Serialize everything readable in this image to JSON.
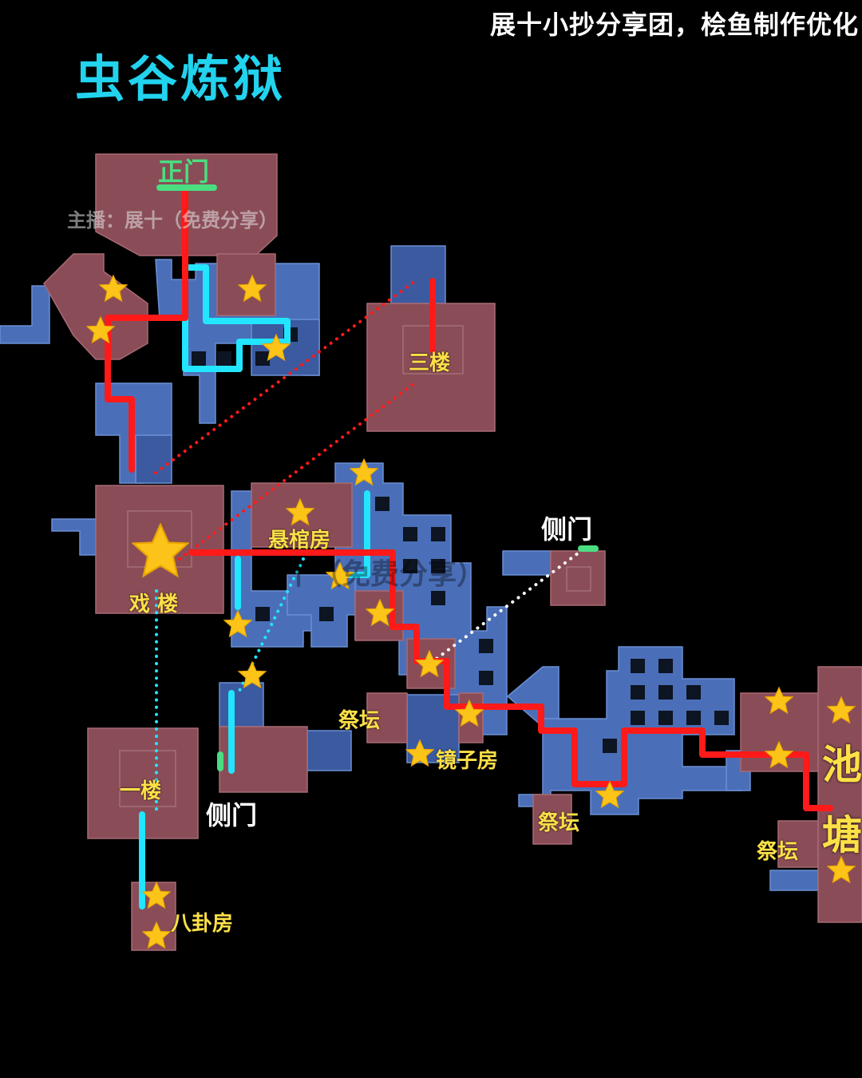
{
  "header": {
    "title": "虫谷炼狱",
    "credit": "展十小抄分享团，桧鱼制作优化",
    "streamer_watermark": "主播：展十（免费分享）",
    "center_watermark": "展十（免费分享）"
  },
  "rooms": {
    "main_gate": "正门",
    "third_floor": "三楼",
    "opera_tower": "戏  楼",
    "coffin_room": "悬棺房",
    "side_gate_east": "侧门",
    "side_gate_west": "侧门",
    "altar_1": "祭坛",
    "mirror_room": "镜子房",
    "first_floor": "一楼",
    "bagua_room": "八卦房",
    "altar_2": "祭坛",
    "altar_3": "祭坛",
    "pond_1": "池",
    "pond_2": "塘"
  },
  "colors": {
    "background": "#000000",
    "title": "#22d3ee",
    "main_route": "#ff1a1a",
    "branch_route": "#22e5ff",
    "gate": "#4ade80",
    "star": "#fcc419",
    "room_fill": "#8a4d57",
    "corridor_fill": "#4a6fb8"
  },
  "icons": [
    "star-icon"
  ]
}
